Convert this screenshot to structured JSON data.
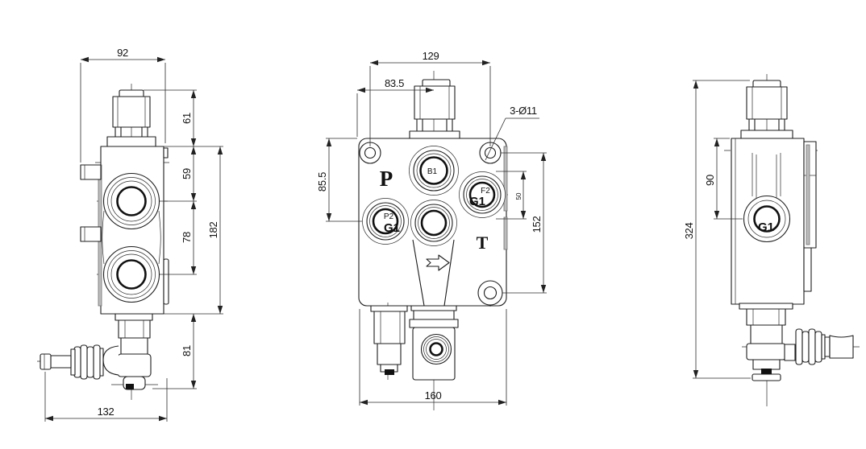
{
  "drawing": {
    "background": "#ffffff",
    "line_color": "#1c1c1c",
    "views": {
      "side_left": {
        "dims": {
          "top_width": "92",
          "cap_height": "61",
          "port1_offset": "59",
          "port_spacing": "78",
          "body_height": "182",
          "bottom_stem": "81",
          "bottom_width": "132"
        }
      },
      "front": {
        "dims": {
          "bolt_spacing_h": "129",
          "center_offset": "83.5",
          "left_height": "85.5",
          "bolt_spacing_v": "152",
          "port_offset": "50",
          "bottom_width": "160"
        },
        "callouts": {
          "bolt_holes": "3-Ø11"
        },
        "labels": {
          "port_p": "P",
          "port_t": "T",
          "port_b1": "B1",
          "port_f2": "F2",
          "thread_right": "G1",
          "port_p2": "P2",
          "thread_left": "G1"
        }
      },
      "side_right": {
        "dims": {
          "total_height": "324",
          "port_offset": "90"
        },
        "labels": {
          "thread_port": "G1"
        }
      }
    }
  }
}
